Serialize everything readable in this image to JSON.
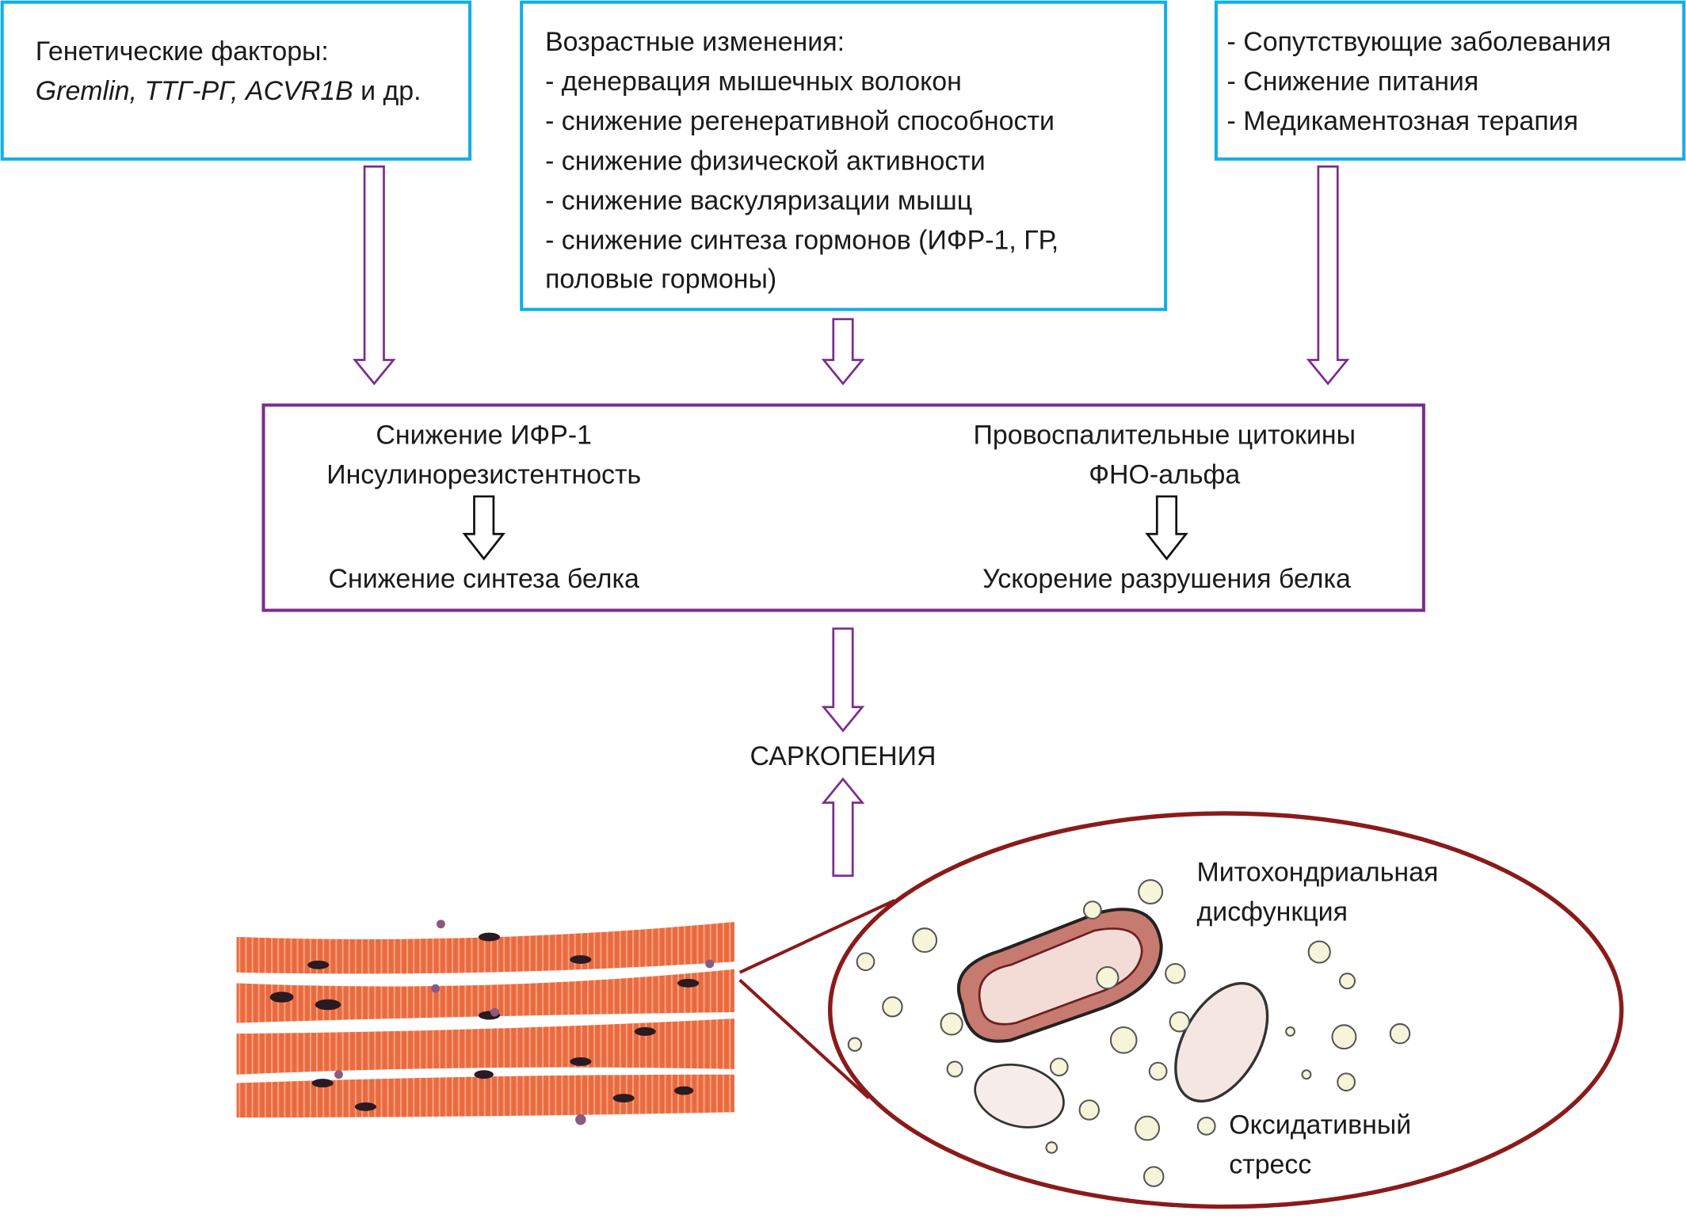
{
  "colors": {
    "box_border": "#12aee8",
    "arrow": "#7b2d8e",
    "zoom_ellipse": "#8b1a1a",
    "muscle": "#e8643c"
  },
  "genetic": {
    "title": "Генетические факторы:",
    "line2_italic": "Gremlin, ТТГ-РГ, ACVR1B",
    "line2_rest": " и др."
  },
  "age": {
    "title": "Возрастные изменения:",
    "items": [
      "- денервация мышечных волокон",
      "- снижение регенеративной способности",
      "- снижение физической активности",
      "- снижение васкуляризации мышц",
      "- снижение синтеза гормонов (ИФР-1, ГР,",
      "половые гормоны)"
    ]
  },
  "other": {
    "items": [
      "- Сопутствующие заболевания",
      "- Снижение питания",
      "- Медикаментозная терапия"
    ]
  },
  "middle": {
    "left": {
      "line1": "Снижение ИФР-1",
      "line2": "Инсулинорезистентность",
      "result": "Снижение синтеза белка"
    },
    "right": {
      "line1": "Провоспалительные цитокины",
      "line2": "ФНО-альфа",
      "result": "Ускорение разрушения белка"
    }
  },
  "outcome": "САРКОПЕНИЯ",
  "cell": {
    "label1a": "Митохондриальная",
    "label1b": "дисфункция",
    "label2a": "Оксидативный",
    "label2b": "стресс"
  }
}
